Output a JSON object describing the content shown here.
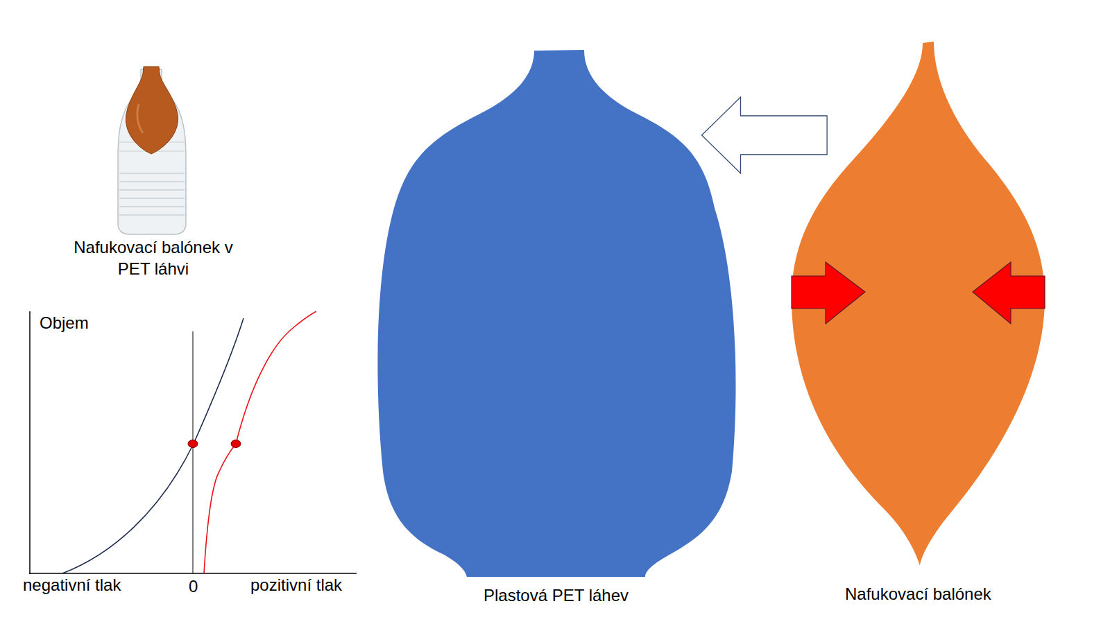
{
  "diagram": {
    "nodes": [
      {
        "text": [
          "Plastová PET láhev"
        ]
      },
      {
        "text": [
          "Nafukovací balónek"
        ]
      }
    ],
    "edges": [
      {
        "from": 1,
        "to": 0,
        "arrow": "to"
      }
    ],
    "labels": [
      "Nafukovací balónek v PET láhvi",
      "Objem",
      "negativní tlak",
      "0",
      "pozitivní tlak"
    ]
  }
}
